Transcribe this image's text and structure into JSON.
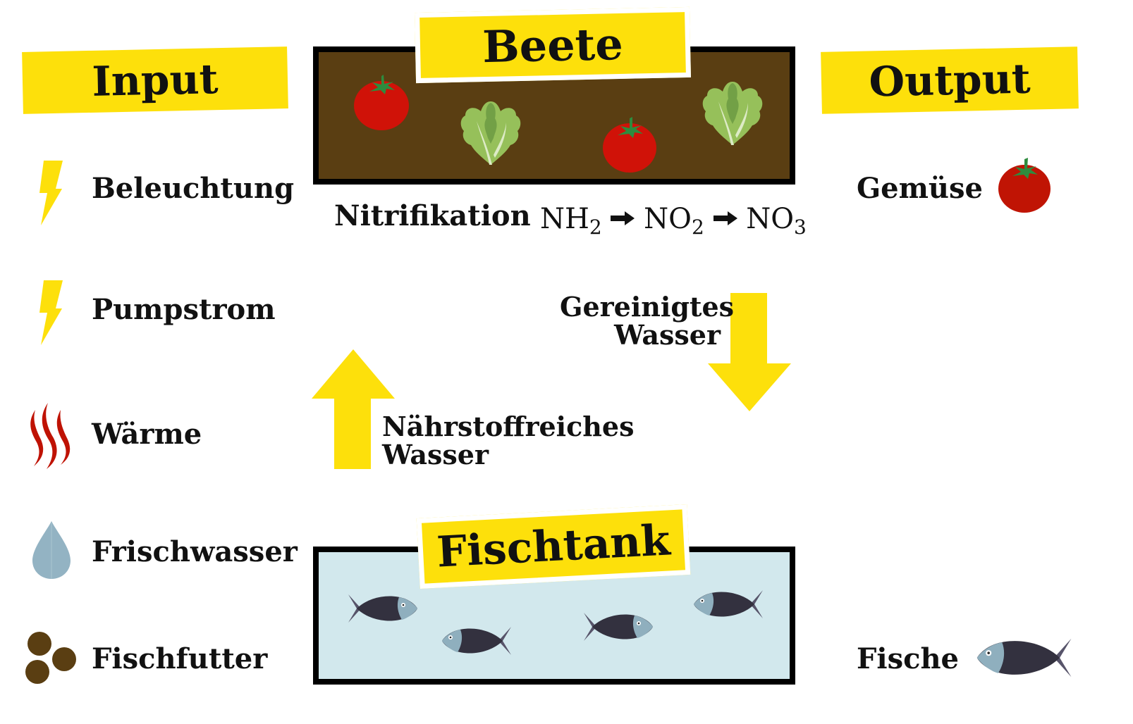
{
  "input": {
    "heading": "Input",
    "items": [
      {
        "label": "Beleuchtung",
        "icon": "lightning-icon"
      },
      {
        "label": "Pumpstrom",
        "icon": "lightning-icon"
      },
      {
        "label": "Wärme",
        "icon": "heat-waves-icon"
      },
      {
        "label": "Frischwasser",
        "icon": "water-drop-icon"
      },
      {
        "label": "Fischfutter",
        "icon": "fish-food-pellets-icon"
      }
    ]
  },
  "output": {
    "heading": "Output",
    "items": [
      {
        "label": "Gemüse",
        "icon": "tomato-icon"
      },
      {
        "label": "Fische",
        "icon": "fish-icon"
      }
    ]
  },
  "beds": {
    "title": "Beete",
    "process_label": "Nitrifikation",
    "formula": {
      "species": [
        {
          "base": "NH",
          "sub": "2"
        },
        {
          "base": "NO",
          "sub": "2"
        },
        {
          "base": "NO",
          "sub": "3"
        }
      ]
    },
    "plants": [
      "tomato",
      "lettuce",
      "tomato",
      "lettuce"
    ]
  },
  "fish_tank": {
    "title": "Fischtank",
    "fish_count": 4
  },
  "flows": {
    "down": {
      "line1": "Gereinigtes",
      "line2": "Wasser"
    },
    "up": {
      "line1": "Nährstoffreiches",
      "line2": "Wasser"
    }
  },
  "colors": {
    "yellow": "#FDE00B",
    "soil": "#5A3E12",
    "water": "#D2E8ED",
    "tomato": "#D01208",
    "leaf_green": "#2E8B3E",
    "lettuce_light": "#96C05A",
    "lettuce_dark": "#72A046",
    "fish_body": "#33313F",
    "fish_head": "#8FAFBE",
    "heat_red": "#BF1204",
    "drop_blue": "#93B3C3",
    "pellet_brown": "#5A3E12"
  }
}
